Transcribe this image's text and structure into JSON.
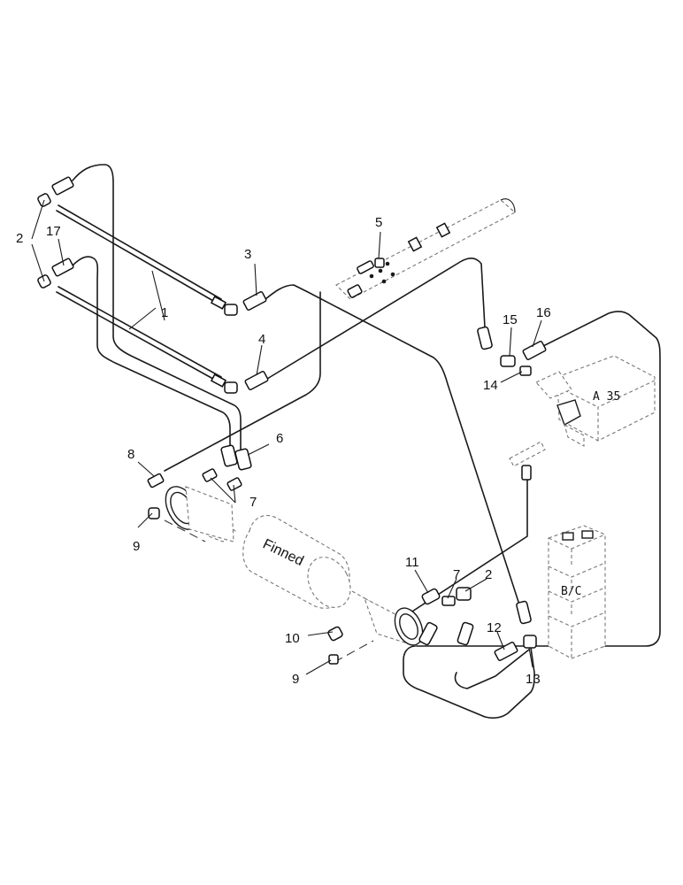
{
  "callouts": {
    "c1": "1",
    "c2_top": "2",
    "c2_bottom": "2",
    "c3": "3",
    "c4": "4",
    "c5": "5",
    "c6": "6",
    "c7_upper": "7",
    "c7_lower": "7",
    "c8": "8",
    "c9_upper": "9",
    "c9_lower": "9",
    "c10": "10",
    "c11": "11",
    "c12": "12",
    "c13": "13",
    "c14": "14",
    "c15": "15",
    "c16": "16",
    "c17": "17"
  },
  "component_labels": {
    "finned_cooler": "Finned",
    "valve_a35": "A 35",
    "valve_bc": "B/C"
  }
}
